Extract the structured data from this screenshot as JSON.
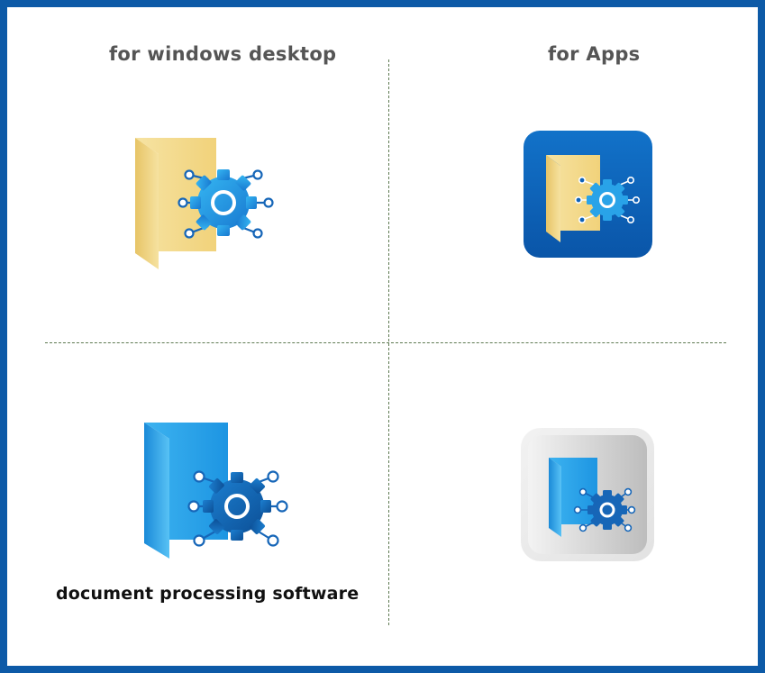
{
  "headings": {
    "windows": "for windows desktop",
    "apps": "for Apps"
  },
  "caption": "document processing software",
  "colors": {
    "border": "#0d5aa7",
    "divider": "#5e7a52",
    "folder_yellow": "#f3d887",
    "folder_blue": "#29a3e8",
    "gear_blue": "#1e8fe0",
    "gear_dark": "#0f5fa6",
    "app_tile_blue": "#0e61b8",
    "app_tile_gray": "#d9d9d9"
  },
  "icons": [
    {
      "name": "folder-gear-yellow-icon",
      "variant": "windows desktop"
    },
    {
      "name": "app-tile-blue-folder-gear-icon",
      "variant": "apps"
    },
    {
      "name": "folder-gear-blue-icon",
      "variant": "windows desktop"
    },
    {
      "name": "app-tile-gray-folder-gear-icon",
      "variant": "apps"
    }
  ]
}
